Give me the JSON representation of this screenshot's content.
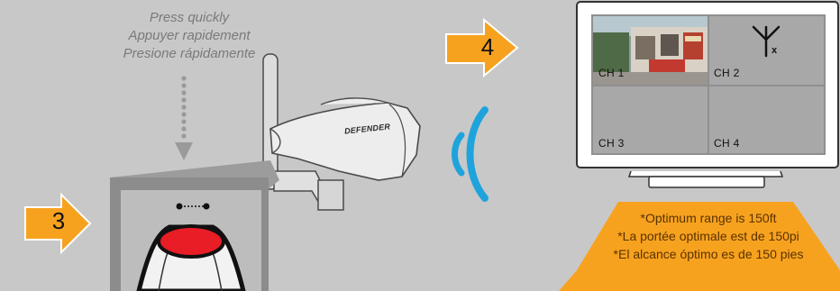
{
  "instruction": {
    "en": "Press quickly",
    "fr": "Appuyer rapidement",
    "es": "Presione rápidamente"
  },
  "camera": {
    "brand": "DEFENDER"
  },
  "steps": [
    "3",
    "4"
  ],
  "monitor": {
    "channels": [
      "CH 1",
      "CH 2",
      "CH 3",
      "CH 4"
    ],
    "no_signal_mark": "x"
  },
  "range_note": {
    "en": "*Optimum range is 150ft",
    "fr": "*La portée optimale est de 150pi",
    "es": "*El alcance óptimo es de 150 pies"
  },
  "colors": {
    "background": "#c8c8c9",
    "arrow_orange": "#f7a21f",
    "signal_blue": "#1fa3dc",
    "button_red": "#e81d25"
  }
}
